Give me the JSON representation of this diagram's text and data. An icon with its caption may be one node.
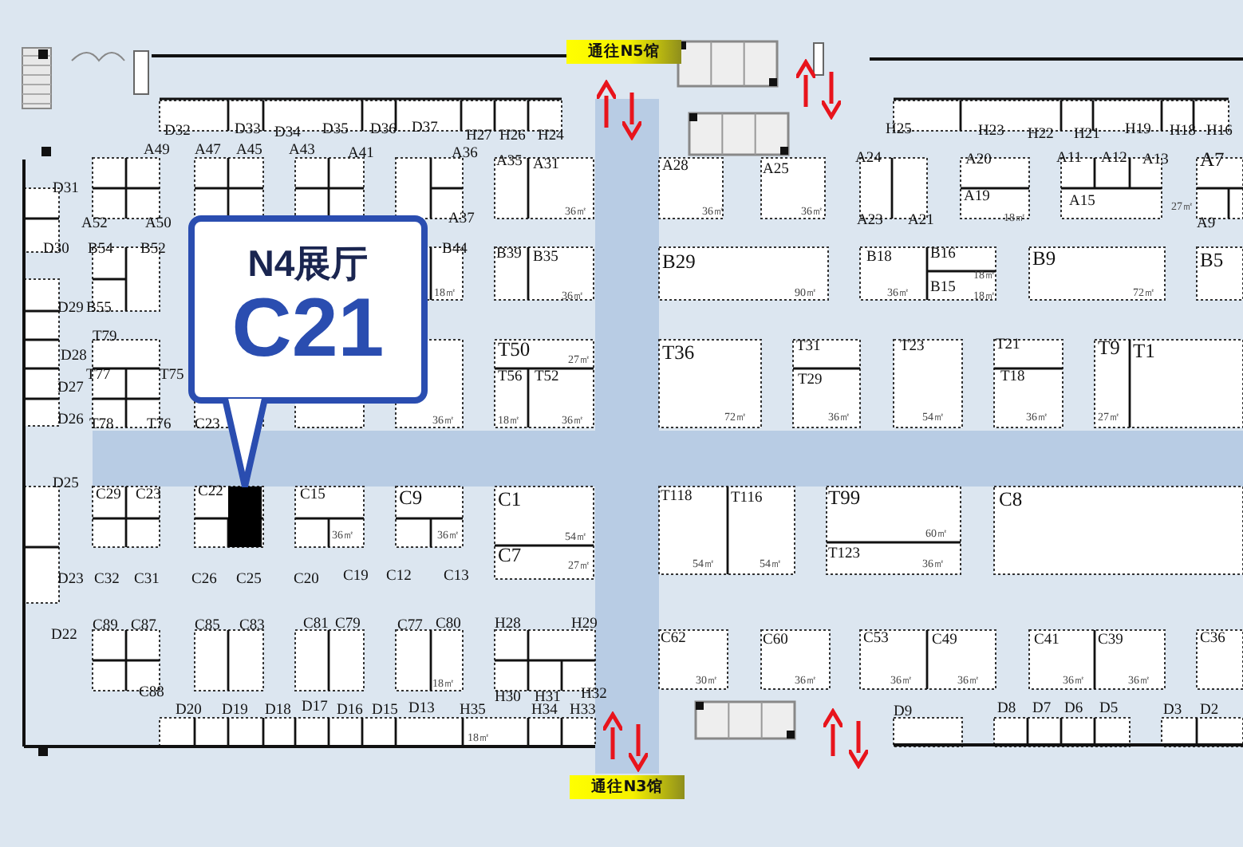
{
  "diagram": {
    "nodes": [
      {
        "text": [
          "N4展厅",
          "C21"
        ]
      },
      {
        "text": [],
        "shape": "box"
      },
      {
        "text": [
          "通往N5馆"
        ]
      },
      {
        "text": [
          "通往N3馆"
        ]
      }
    ],
    "edges": [
      {
        "from": 0,
        "to": 1,
        "arrow": "none"
      }
    ],
    "labels": [
      "D32",
      "D33",
      "D34",
      "D35",
      "D36",
      "D37",
      "H27",
      "H26",
      "H24",
      "H25",
      "H23",
      "H22",
      "H21",
      "H19",
      "H18",
      "H16",
      "A49",
      "A47",
      "A45",
      "A43",
      "A41",
      "A36",
      "A35",
      "A31",
      "A28",
      "A25",
      "A24",
      "A20",
      "A11",
      "A12",
      "A13",
      "A7",
      "D31",
      "36㎡",
      "36㎡",
      "36㎡",
      "27㎡",
      "A19",
      "A15",
      "A52",
      "A50",
      "A37",
      "A23",
      "A21",
      "18㎡",
      "A9",
      "D30",
      "B54",
      "B52",
      "B44",
      "B39",
      "B35",
      "B29",
      "B18",
      "B16",
      "B9",
      "B5",
      "18㎡",
      "18㎡",
      "36㎡",
      "90㎡",
      "36㎡",
      "B15",
      "18㎡",
      "72㎡",
      "D29",
      "B55",
      "D28",
      "T79",
      "T50",
      "T36",
      "T31",
      "T23",
      "T21",
      "T9",
      "T1",
      "27㎡",
      "T77",
      "T75",
      "T56",
      "T52",
      "T29",
      "T18",
      "D27",
      "D26",
      "T78",
      "T76",
      "C23",
      "36㎡",
      "18㎡",
      "36㎡",
      "72㎡",
      "36㎡",
      "54㎡",
      "36㎡",
      "27㎡",
      "D25",
      "C29",
      "C23",
      "C22",
      "C15",
      "C9",
      "C1",
      "T118",
      "T116",
      "T99",
      "C8",
      "36㎡",
      "36㎡",
      "54㎡",
      "60㎡",
      "C7",
      "T123",
      "27㎡",
      "54㎡",
      "54㎡",
      "36㎡",
      "D23",
      "C32",
      "C31",
      "C26",
      "C25",
      "C20",
      "C19",
      "C12",
      "C13",
      "D22",
      "C89",
      "C87",
      "C85",
      "C83",
      "C81",
      "C79",
      "C77",
      "C80",
      "H28",
      "H29",
      "C62",
      "C60",
      "C53",
      "C49",
      "C41",
      "C39",
      "C36",
      "18㎡",
      "30㎡",
      "36㎡",
      "36㎡",
      "36㎡",
      "36㎡",
      "36㎡",
      "C88",
      "H30",
      "H31",
      "H32",
      "D20",
      "D19",
      "D18",
      "D17",
      "D16",
      "D15",
      "D13",
      "H35",
      "H34",
      "H33",
      "D9",
      "D8",
      "D7",
      "D6",
      "D5",
      "D3",
      "D2",
      "18㎡"
    ]
  }
}
